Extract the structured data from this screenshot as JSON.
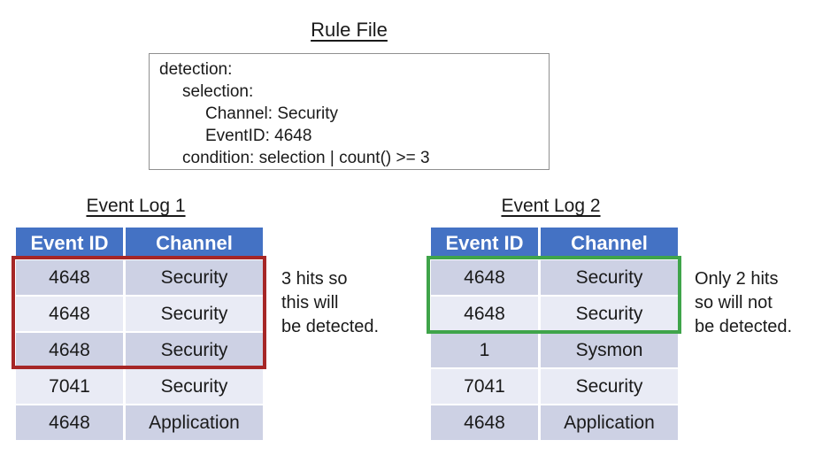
{
  "colors": {
    "header_blue": "#4472C4",
    "row_band_dark": "#CDD1E4",
    "row_band_light": "#E9EBF5",
    "highlight_red": "#A62626",
    "highlight_green": "#3FA44A",
    "box_border_gray": "#909090",
    "text_black": "#1A1A1A"
  },
  "rule_file": {
    "title": "Rule File",
    "lines": [
      "detection:",
      "selection:",
      "Channel: Security",
      "EventID: 4648",
      "condition: selection | count() >= 3"
    ]
  },
  "event_log_1": {
    "title": "Event Log 1",
    "columns": [
      "Event ID",
      "Channel"
    ],
    "rows": [
      [
        "4648",
        "Security"
      ],
      [
        "4648",
        "Security"
      ],
      [
        "4648",
        "Security"
      ],
      [
        "7041",
        "Security"
      ],
      [
        "4648",
        "Application"
      ]
    ],
    "highlighted_row_count": 3,
    "annotation": "3 hits so\nthis will\nbe detected."
  },
  "event_log_2": {
    "title": "Event Log 2",
    "columns": [
      "Event ID",
      "Channel"
    ],
    "rows": [
      [
        "4648",
        "Security"
      ],
      [
        "4648",
        "Security"
      ],
      [
        "1",
        "Sysmon"
      ],
      [
        "7041",
        "Security"
      ],
      [
        "4648",
        "Application"
      ]
    ],
    "highlighted_row_count": 2,
    "annotation": "Only 2 hits\nso will not\nbe detected."
  }
}
